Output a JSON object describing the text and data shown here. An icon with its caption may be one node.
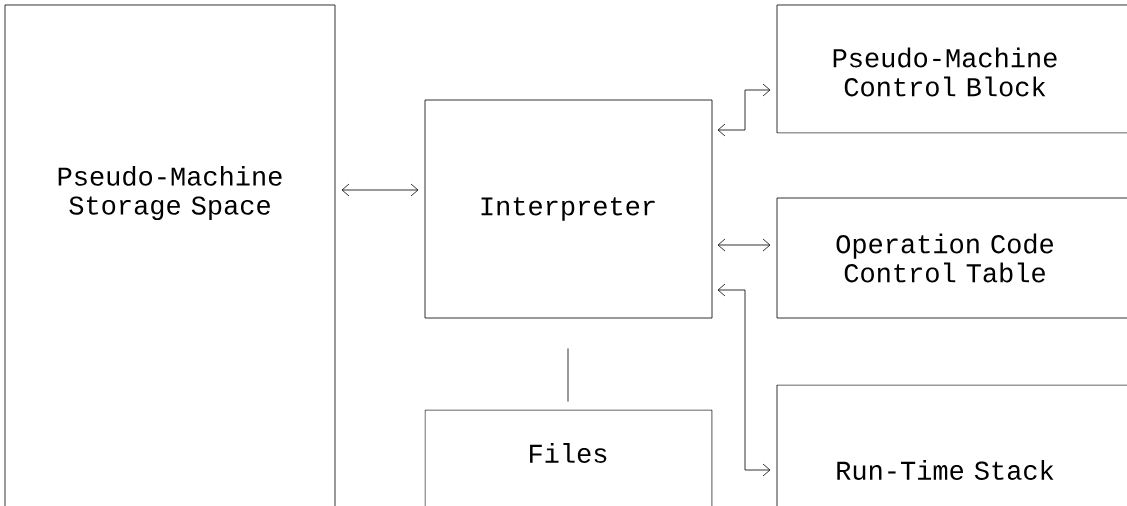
{
  "diagram": {
    "nodes": [
      {
        "text": [
          "Pseudo-Machine Storage Space"
        ]
      },
      {
        "text": [
          "Interpreter"
        ]
      },
      {
        "text": [
          "Files"
        ]
      },
      {
        "text": [
          "Pseudo-Machine Control Block"
        ]
      },
      {
        "text": [
          "Operation Code Control Table"
        ]
      },
      {
        "text": [
          "Run-Time Stack"
        ]
      }
    ],
    "edges": [
      {
        "from": 0,
        "to": 1,
        "arrow": "both"
      },
      {
        "from": 1,
        "to": 3,
        "arrow": "both"
      },
      {
        "from": 1,
        "to": 4,
        "arrow": "both"
      },
      {
        "from": 1,
        "to": 5,
        "arrow": "both"
      },
      {
        "from": 1,
        "to": 2,
        "arrow": "none"
      }
    ]
  }
}
